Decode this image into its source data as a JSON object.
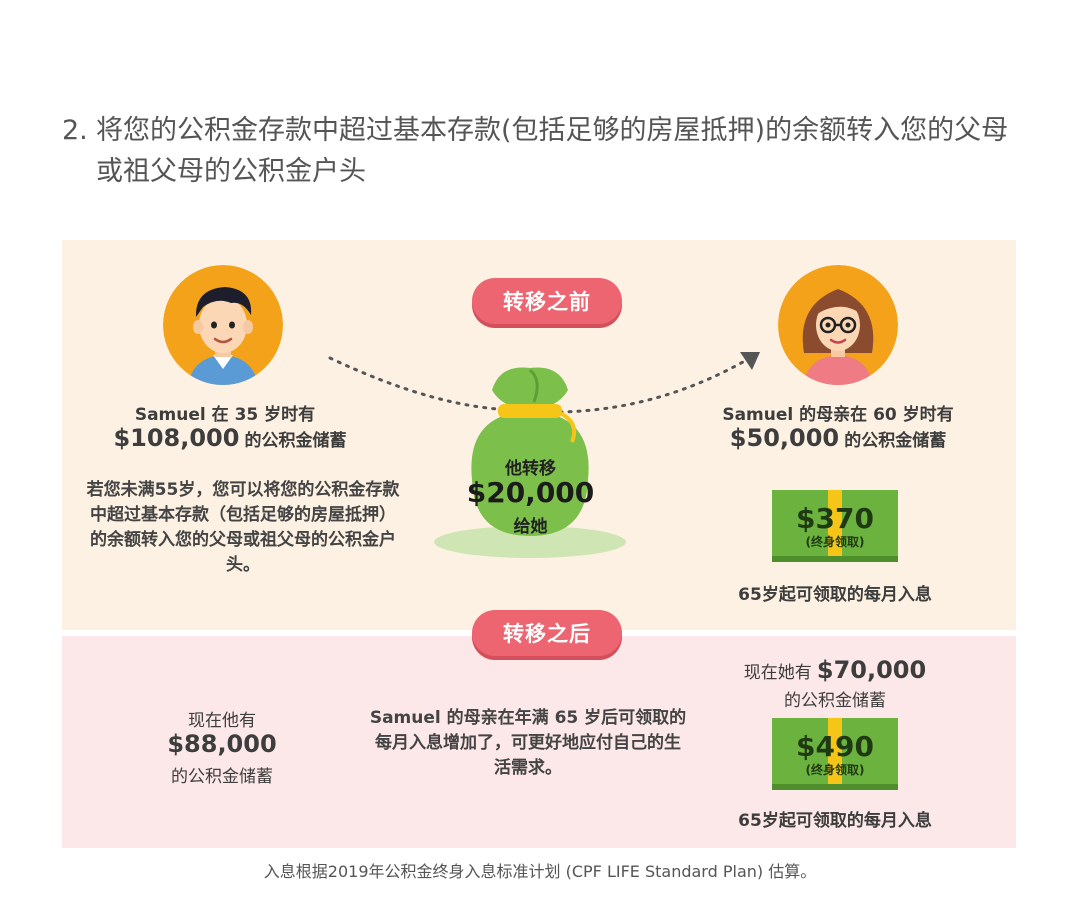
{
  "heading": {
    "number": "2.",
    "text": "将您的公积金存款中超过基本存款(包括足够的房屋抵押)的余额转入您的父母或祖父母的公积金户头"
  },
  "before": {
    "pill": "转移之前",
    "samuel_line1": "Samuel 在 35 岁时有",
    "samuel_amount": "$108,000",
    "samuel_suffix": "的公积金储蓄",
    "explain": "若您未满55岁，您可以将您的公积金存款中超过基本存款（包括足够的房屋抵押）的余额转入您的父母或祖父母的公积金户头。",
    "bag_line1": "他转移",
    "bag_amount": "$20,000",
    "bag_line2": "给她",
    "mother_line1": "Samuel 的母亲在 60 岁时有",
    "mother_amount": "$50,000",
    "mother_suffix": "的公积金储蓄",
    "cash_amount": "$370",
    "cash_sub": "(终身领取)",
    "monthly_label": "65岁起可领取的每月入息"
  },
  "after": {
    "pill": "转移之后",
    "samuel_line1": "现在他有",
    "samuel_amount": "$88,000",
    "samuel_line2": "的公积金储蓄",
    "middle_text": "Samuel 的母亲在年满 65 岁后可领取的每月入息增加了，可更好地应付自己的生活需求。",
    "mother_prefix": "现在她有",
    "mother_amount": "$70,000",
    "mother_line2": "的公积金储蓄",
    "cash_amount": "$490",
    "cash_sub": "(终身领取)",
    "monthly_label": "65岁起可领取的每月入息"
  },
  "footnote": "入息根据2019年公积金终身入息标准计划 (CPF LIFE Standard Plan) 估算。",
  "colors": {
    "panel_top": "#fdf1e3",
    "panel_bottom": "#fce8e8",
    "pill": "#ec6570",
    "avatar_bg": "#f5a21b",
    "bag_green": "#7cc04b",
    "bag_tie": "#f5c518",
    "cash_green": "#6bb33e"
  }
}
